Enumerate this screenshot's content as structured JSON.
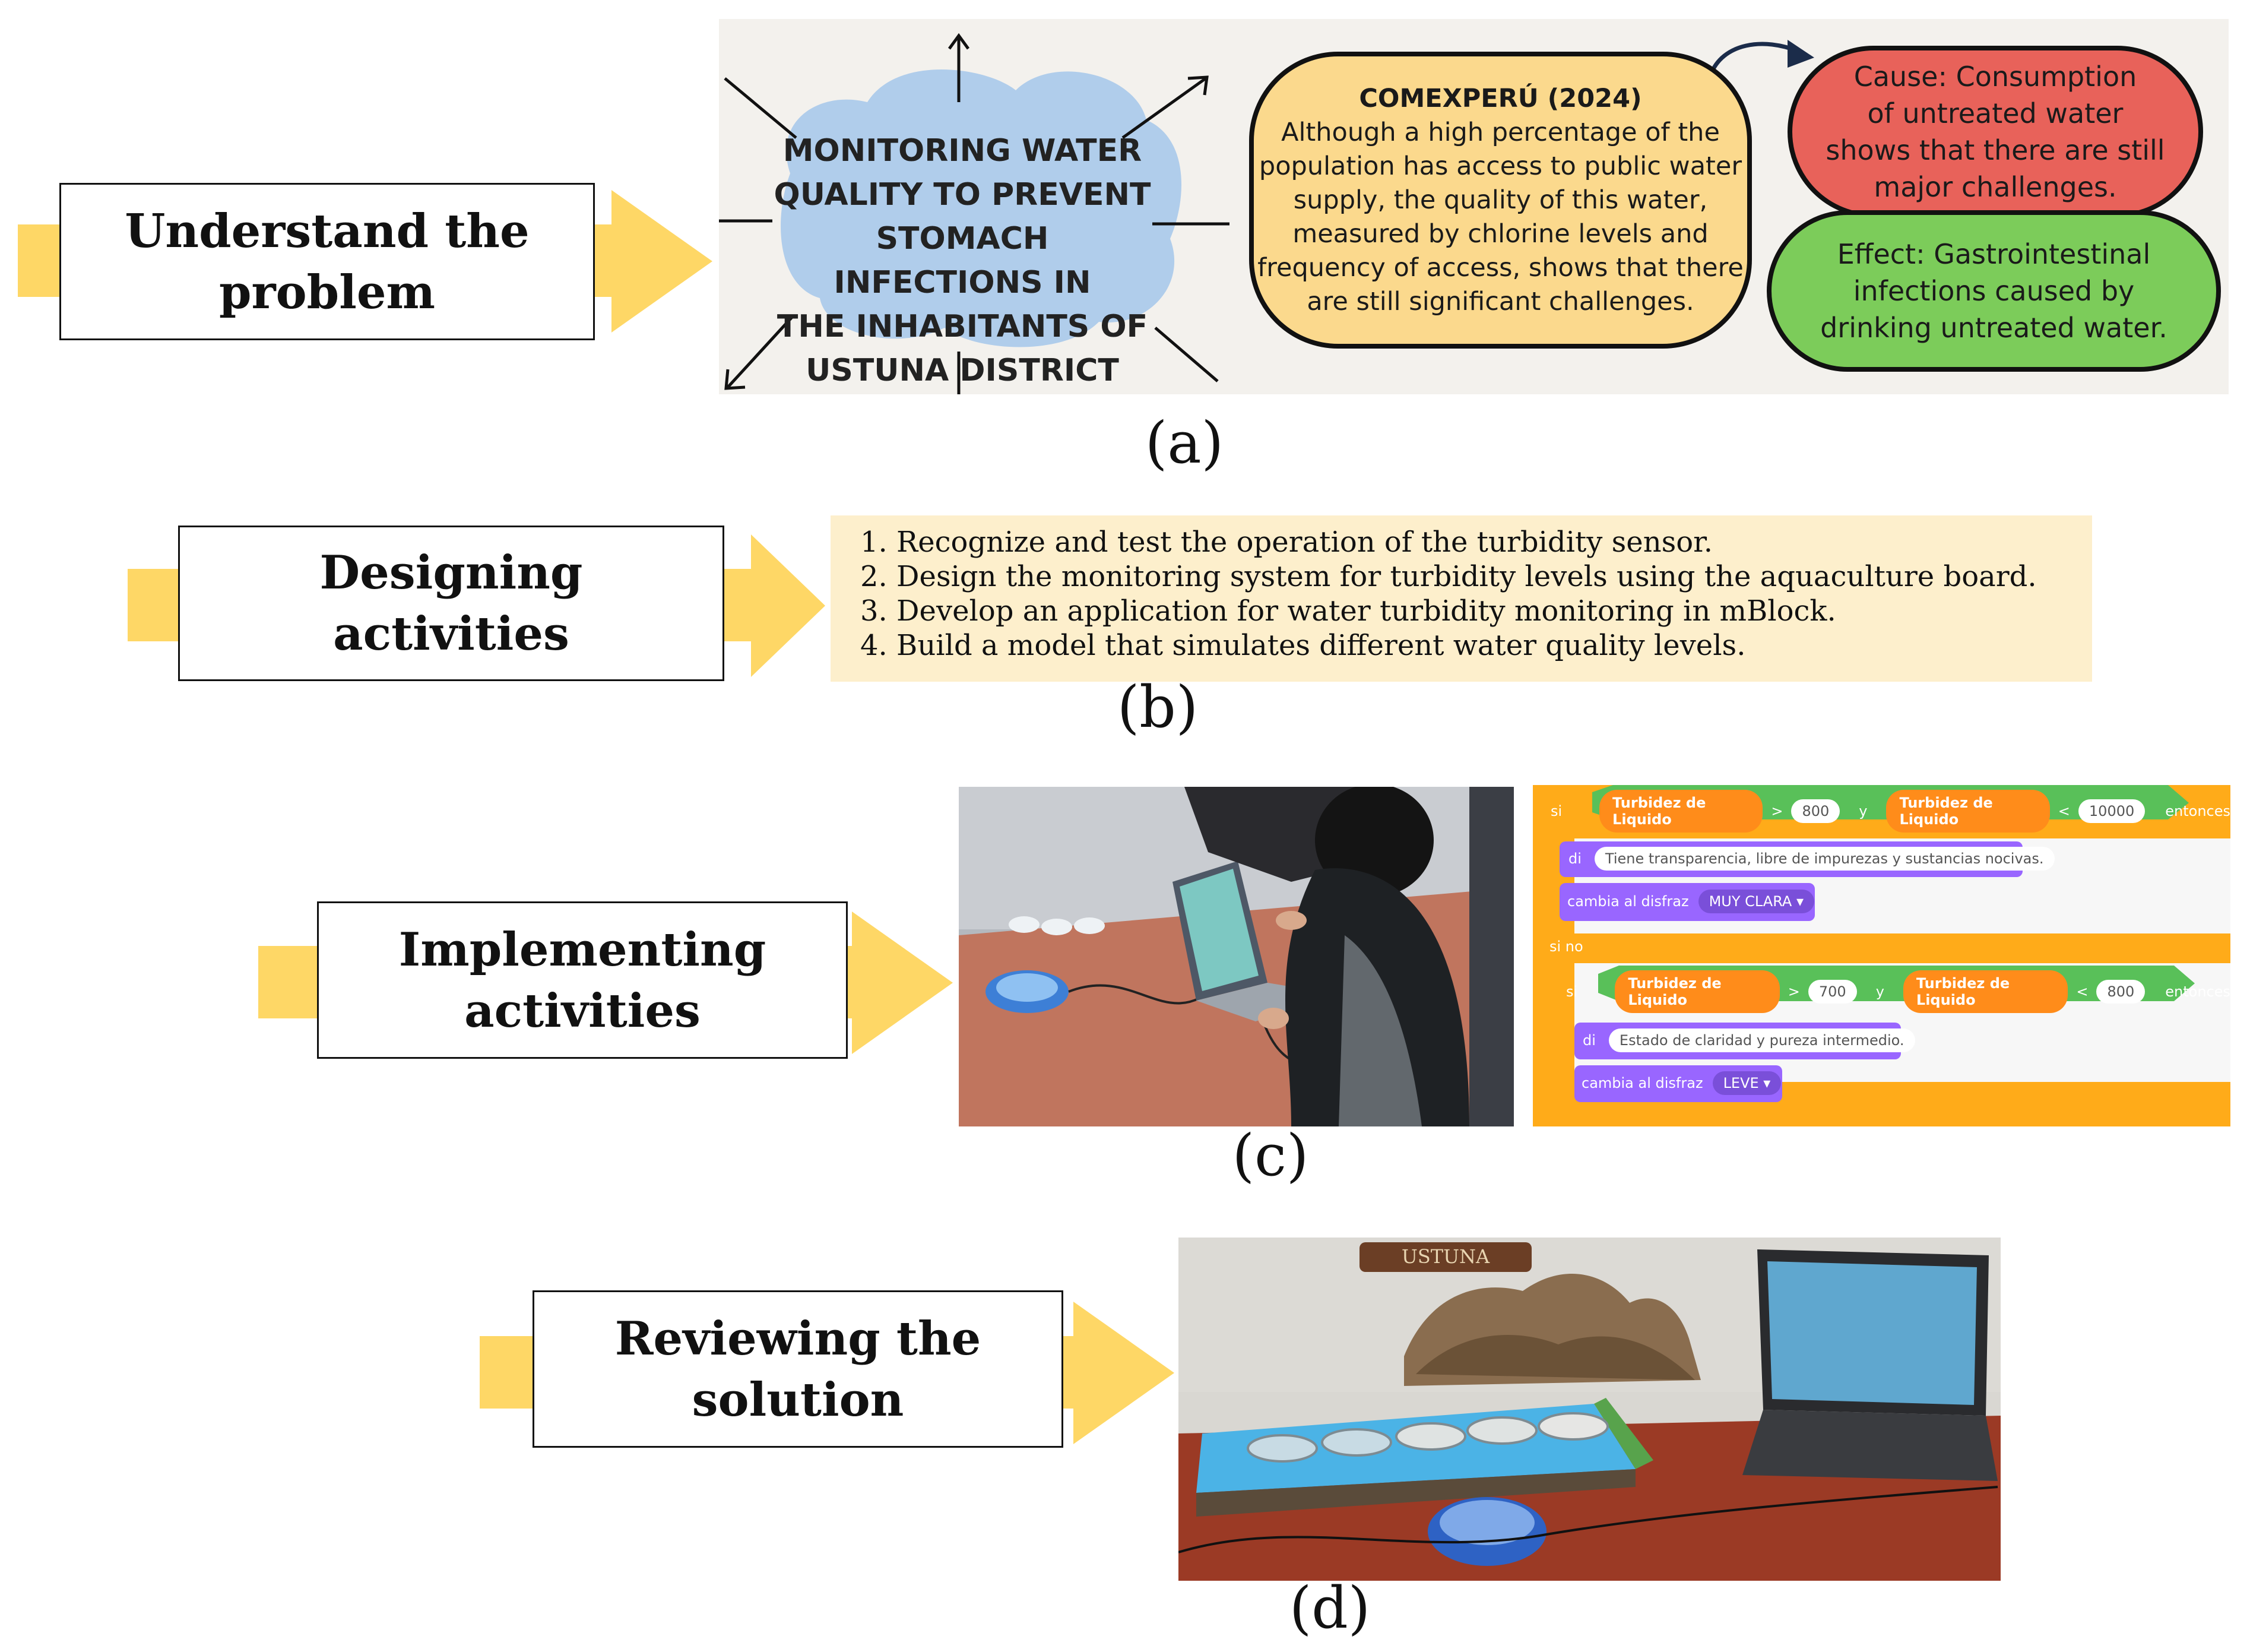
{
  "stages": [
    {
      "label_line1": "Understand the",
      "label_line2": "problem",
      "caption": "(a)"
    },
    {
      "label_line1": "Designing",
      "label_line2": "activities",
      "caption": "(b)"
    },
    {
      "label_line1": "Implementing",
      "label_line2": "activities",
      "caption": "(c)"
    },
    {
      "label_line1": "Reviewing the",
      "label_line2": "solution",
      "caption": "(d)"
    }
  ],
  "panel_a": {
    "cloud_lines": [
      "MONITORING WATER",
      "QUALITY TO PREVENT",
      "STOMACH INFECTIONS IN",
      "THE INHABITANTS OF",
      "USTUNA DISTRICT"
    ],
    "source_title": "COMEXPERÚ (2024)",
    "source_lines": [
      "Although a high percentage of the",
      "population has access to public water",
      "supply, the quality of this water,",
      "measured by chlorine levels and",
      "frequency of access, shows that there",
      "are still significant challenges."
    ],
    "cause_lines": [
      "Cause: Consumption",
      "of untreated water",
      "shows that there are still",
      "major challenges."
    ],
    "effect_lines": [
      "Effect: Gastrointestinal",
      "infections caused by",
      "drinking untreated water."
    ]
  },
  "panel_b": {
    "items": [
      "1. Recognize and test the operation of the turbidity sensor.",
      "2. Design the monitoring system for turbidity levels using the aquaculture board.",
      "3. Develop an application for water turbidity monitoring in mBlock.",
      "4. Build a model that simulates different water quality levels."
    ]
  },
  "panel_c": {
    "code": {
      "si": "si",
      "sensor": "Turbidez de Liquido",
      "gt": ">",
      "lt": "<",
      "y": "y",
      "entonces": "entonces",
      "di": "di",
      "costume": "cambia al disfraz",
      "sino": "si no",
      "row1": {
        "v1": "800",
        "v2": "10000",
        "say": "Tiene transparencia, libre de impurezas y sustancias nocivas.",
        "costume_val": "MUY CLARA ▾"
      },
      "row2": {
        "v1": "700",
        "v2": "800",
        "say": "Estado de claridad y pureza intermedio.",
        "costume_val": "LEVE ▾"
      }
    }
  },
  "panel_d": {
    "sign": "USTUNA"
  },
  "colors": {
    "arrow": "#fed766",
    "cause": "#e8625a",
    "effect": "#7ccc5a",
    "source": "#fbd98d",
    "cloud": "#a9c9ea",
    "list_bg": "#fdefcc",
    "mblock_bg": "#f7f7f7"
  }
}
